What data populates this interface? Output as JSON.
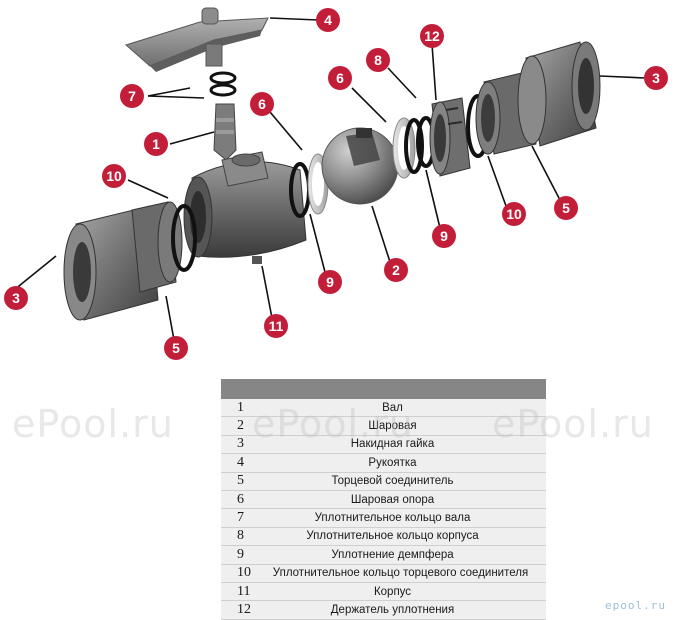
{
  "callouts": {
    "c1": "1",
    "c2": "2",
    "c3a": "3",
    "c3b": "3",
    "c4": "4",
    "c5a": "5",
    "c5b": "5",
    "c6a": "6",
    "c6b": "6",
    "c7": "7",
    "c8": "8",
    "c9a": "9",
    "c9b": "9",
    "c10a": "10",
    "c10b": "10",
    "c11": "11",
    "c12": "12"
  },
  "parts": [
    {
      "num": "1",
      "name": "Вал"
    },
    {
      "num": "2",
      "name": "Шаровая"
    },
    {
      "num": "3",
      "name": "Накидная гайка"
    },
    {
      "num": "4",
      "name": "Рукоятка"
    },
    {
      "num": "5",
      "name": "Торцевой соединитель"
    },
    {
      "num": "6",
      "name": "Шаровая опора"
    },
    {
      "num": "7",
      "name": "Уплотнительное кольцо вала"
    },
    {
      "num": "8",
      "name": "Уплотнительное кольцо корпуса"
    },
    {
      "num": "9",
      "name": "Уплотнение демпфера"
    },
    {
      "num": "10",
      "name": "Уплотнительное кольцо торцевого соединителя"
    },
    {
      "num": "11",
      "name": "Корпус"
    },
    {
      "num": "12",
      "name": "Держатель уплотнения"
    }
  ],
  "watermark": "ePool.ru",
  "brand_mark": "epool.ru",
  "colors": {
    "callout": "#c21e3a",
    "part_gray": "#6b6b6b",
    "seal_black": "#111111",
    "table_header": "#868686"
  }
}
